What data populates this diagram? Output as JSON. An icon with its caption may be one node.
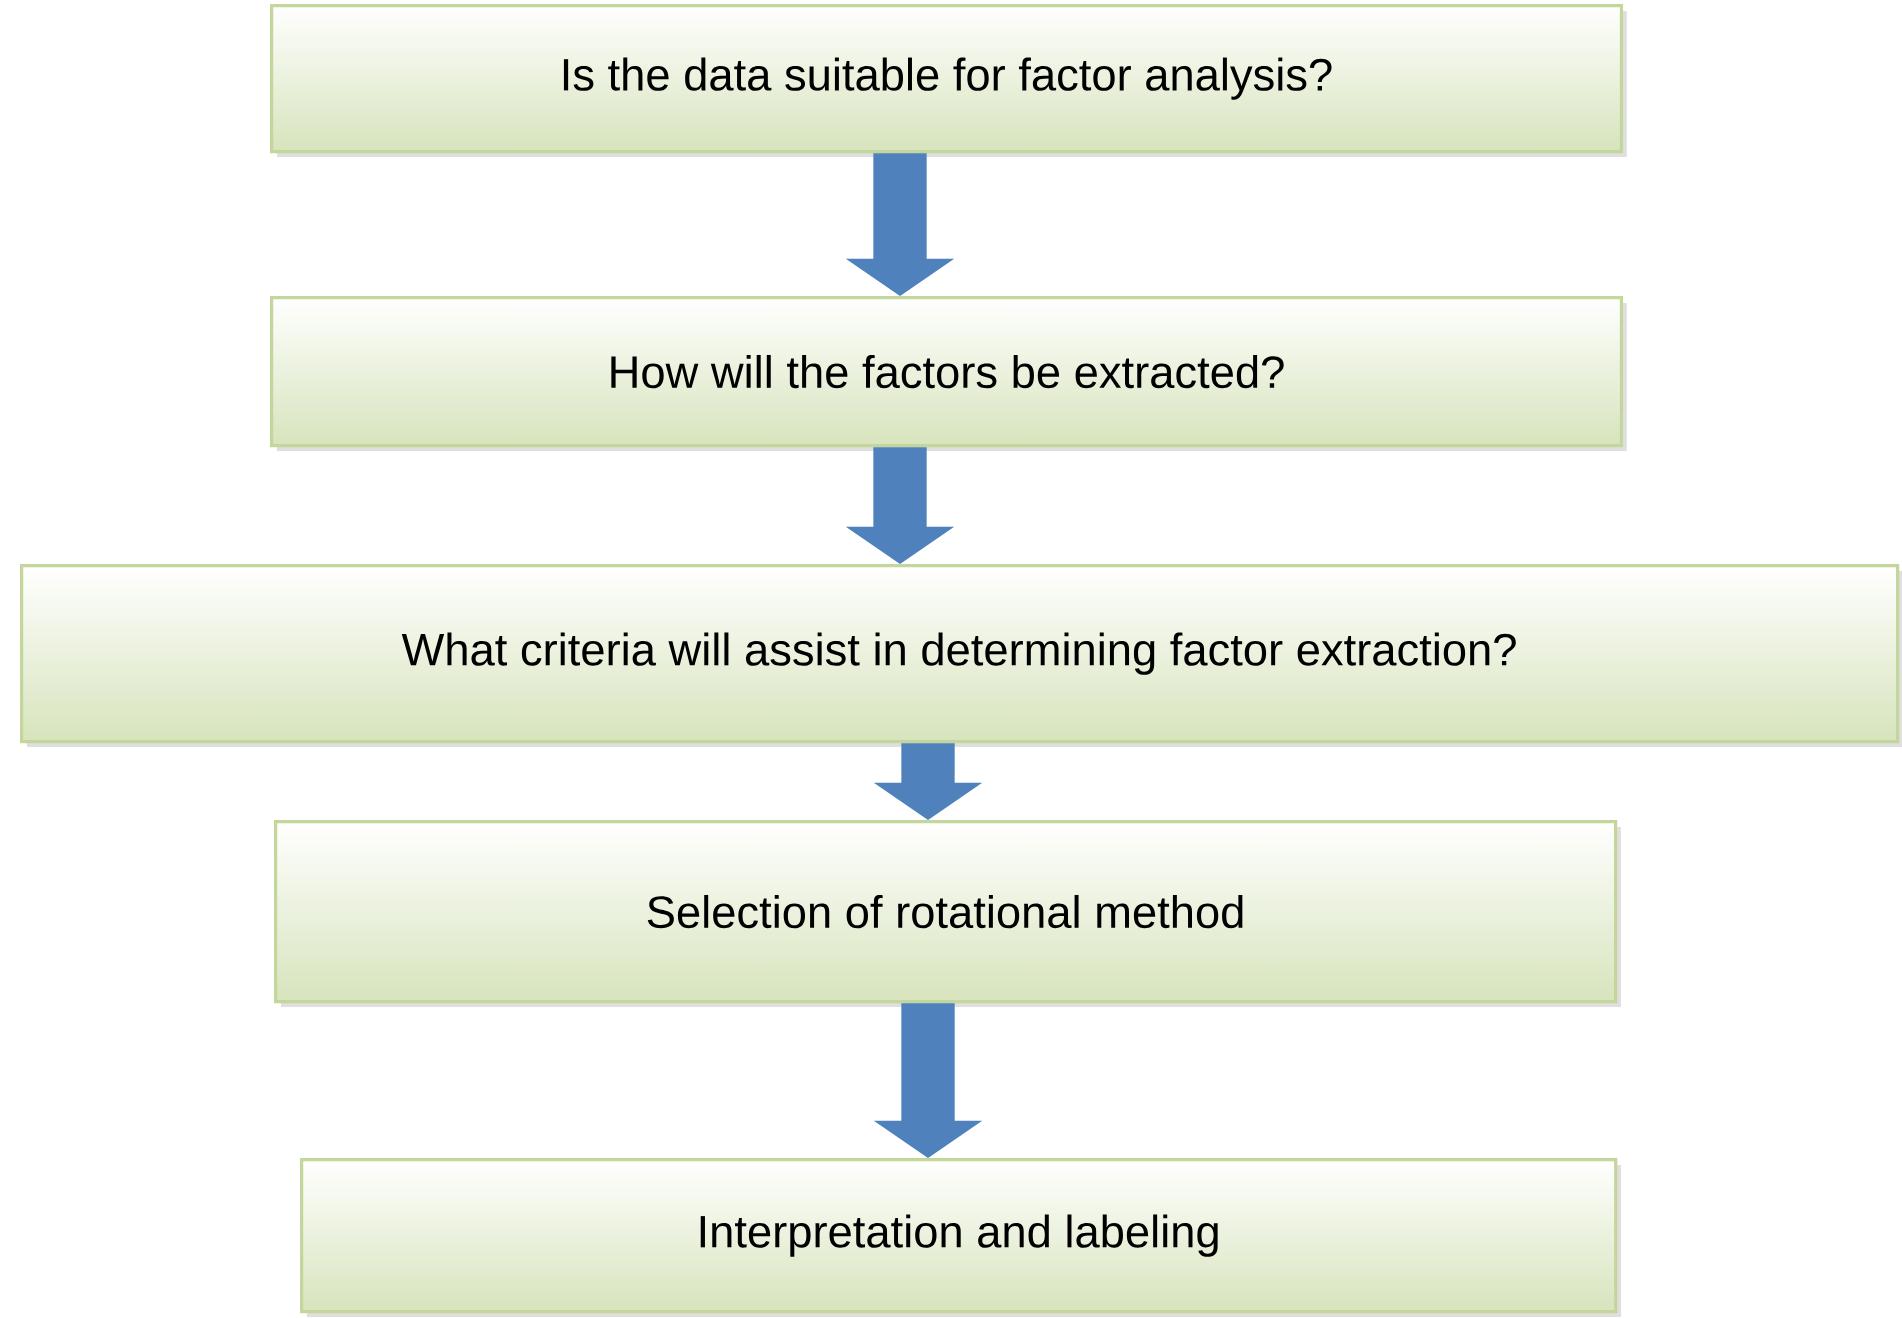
{
  "diagram": {
    "nodes": [
      {
        "text": [
          "Is the data suitable for factor analysis?"
        ]
      },
      {
        "text": [
          "How will the factors be extracted?"
        ]
      },
      {
        "text": [
          "What criteria will assist in determining factor extraction?"
        ]
      },
      {
        "text": [
          "Selection of rotational method"
        ]
      },
      {
        "text": [
          "Interpretation and labeling"
        ]
      }
    ],
    "edges": [
      {
        "from": 0,
        "to": 1,
        "arrow": "to"
      },
      {
        "from": 1,
        "to": 2,
        "arrow": "to"
      },
      {
        "from": 2,
        "to": 3,
        "arrow": "to"
      },
      {
        "from": 3,
        "to": 4,
        "arrow": "to"
      }
    ]
  }
}
